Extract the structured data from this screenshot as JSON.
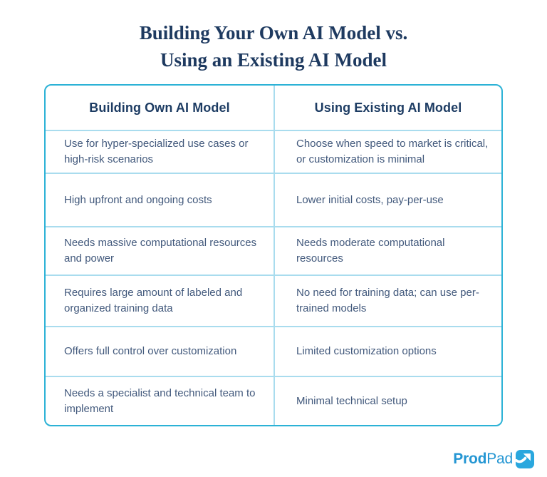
{
  "title": {
    "line1": "Building Your Own AI Model vs.",
    "line2": "Using an Existing AI Model"
  },
  "table": {
    "columns": [
      {
        "header": "Building Own AI Model"
      },
      {
        "header": "Using Existing AI Model"
      }
    ],
    "rows": [
      {
        "left": "Use for hyper-specialized use cases or high-risk scenarios",
        "right": "Choose when speed to market is critical, or customization is minimal"
      },
      {
        "left": "High upfront and ongoing costs",
        "right": "Lower initial costs, pay-per-use"
      },
      {
        "left": "Needs massive computational resources and power",
        "right": "Needs moderate computational resources"
      },
      {
        "left": "Requires large amount of labeled and organized training data",
        "right": "No need for training data; can use per-trained models"
      },
      {
        "left": "Offers full control over customization",
        "right": "Limited customization options"
      },
      {
        "left": "Needs a specialist and technical team to implement",
        "right": "Minimal technical setup"
      }
    ]
  },
  "footer": {
    "logo_bold": "Prod",
    "logo_regular": "Pad",
    "logo_icon": "prodpad-arrow-icon"
  },
  "colors": {
    "title_navy": "#1e3a60",
    "header_navy": "#1d3c63",
    "body_slate": "#42597c",
    "table_border_cyan": "#2cb2d6",
    "divider_light_cyan": "#a9dcee",
    "logo_blue": "#2496d3",
    "logo_icon_blue": "#2aa7de"
  }
}
